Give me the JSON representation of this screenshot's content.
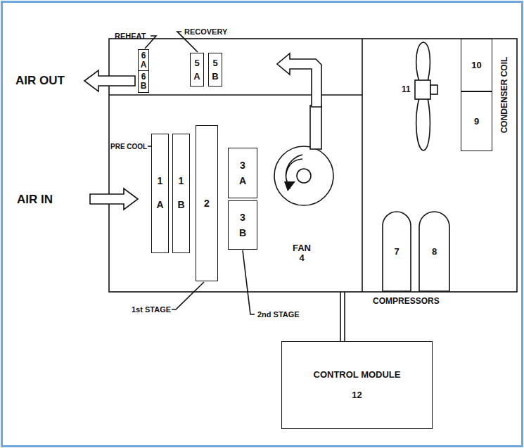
{
  "diagram": {
    "nodes": [
      {
        "text": [
          "6 A"
        ]
      },
      {
        "text": [
          "6 B"
        ]
      },
      {
        "text": [
          "5 A"
        ]
      },
      {
        "text": [
          "5 B"
        ]
      },
      {
        "text": [
          "1 A"
        ]
      },
      {
        "text": [
          "1 B"
        ]
      },
      {
        "text": [
          "2"
        ]
      },
      {
        "text": [
          "3 A"
        ]
      },
      {
        "text": [
          "3 B"
        ]
      },
      {
        "text": [
          "10"
        ]
      },
      {
        "text": [
          "9"
        ]
      },
      {
        "text": [
          "7"
        ]
      },
      {
        "text": [
          "8"
        ]
      },
      {
        "text": [
          "CONTROL MODULE",
          "12"
        ]
      }
    ],
    "labels": [
      "REHEAT",
      "RECOVERY",
      "AIR OUT",
      "PRE COOL",
      "AIR IN",
      "FAN 4",
      "11",
      "1st STAGE",
      "2nd STAGE",
      "COMPRESSORS",
      "CONDENSER COIL"
    ]
  }
}
